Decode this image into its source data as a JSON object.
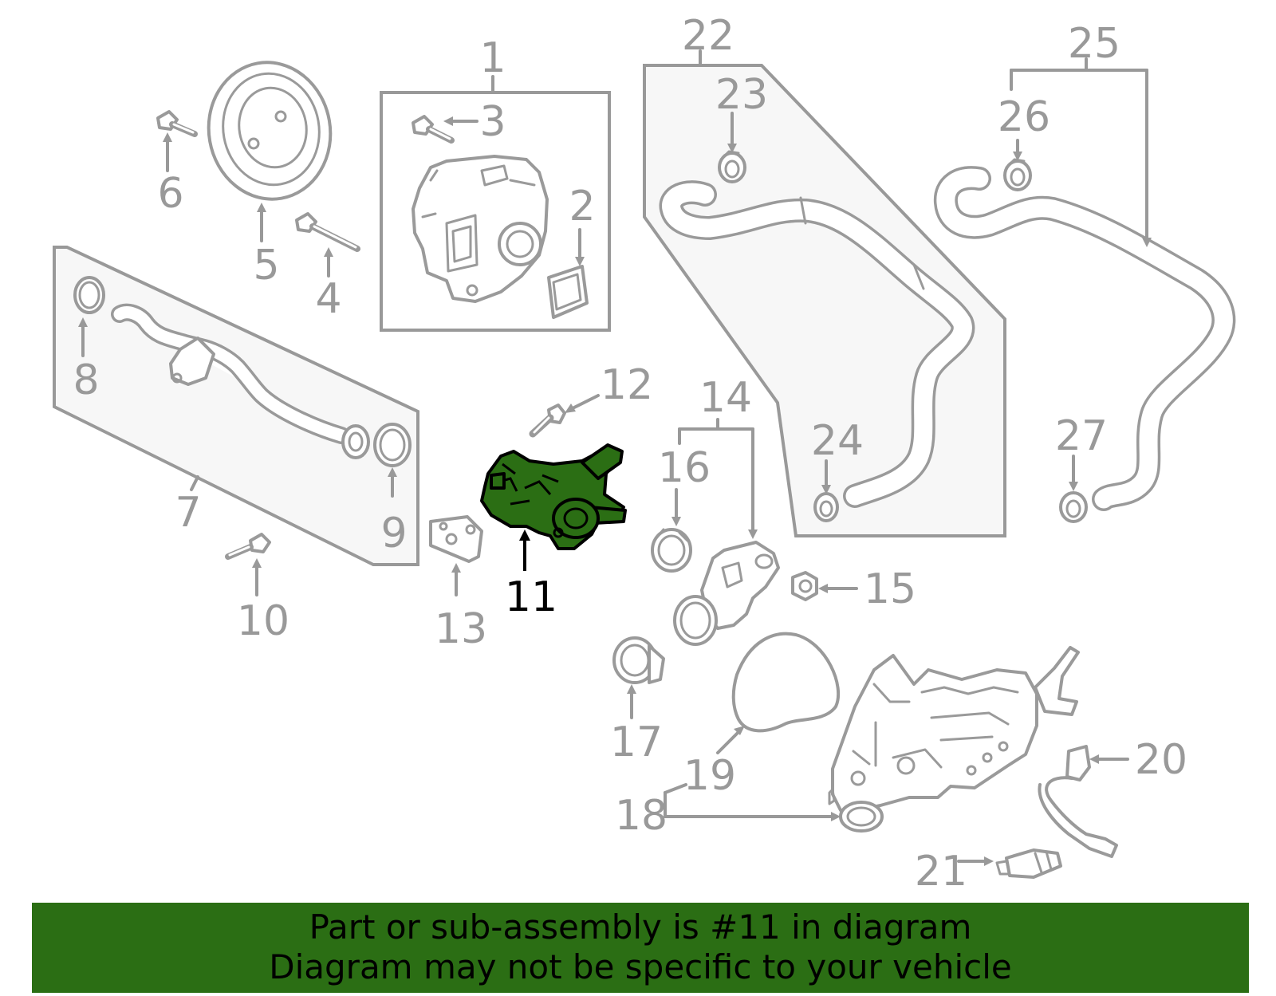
{
  "diagram": {
    "callouts": [
      "1",
      "2",
      "3",
      "4",
      "5",
      "6",
      "7",
      "8",
      "9",
      "10",
      "11",
      "12",
      "13",
      "14",
      "15",
      "16",
      "17",
      "18",
      "19",
      "20",
      "21",
      "22",
      "23",
      "24",
      "25",
      "26",
      "27"
    ],
    "highlighted_callout": "11",
    "colors": {
      "highlight": "#2b6e14",
      "line": "#999999",
      "box_fill": "#f7f7f7"
    }
  },
  "banner": {
    "line1": "Part or sub-assembly is #11 in diagram",
    "line2": "Diagram may not be specific to your vehicle"
  }
}
